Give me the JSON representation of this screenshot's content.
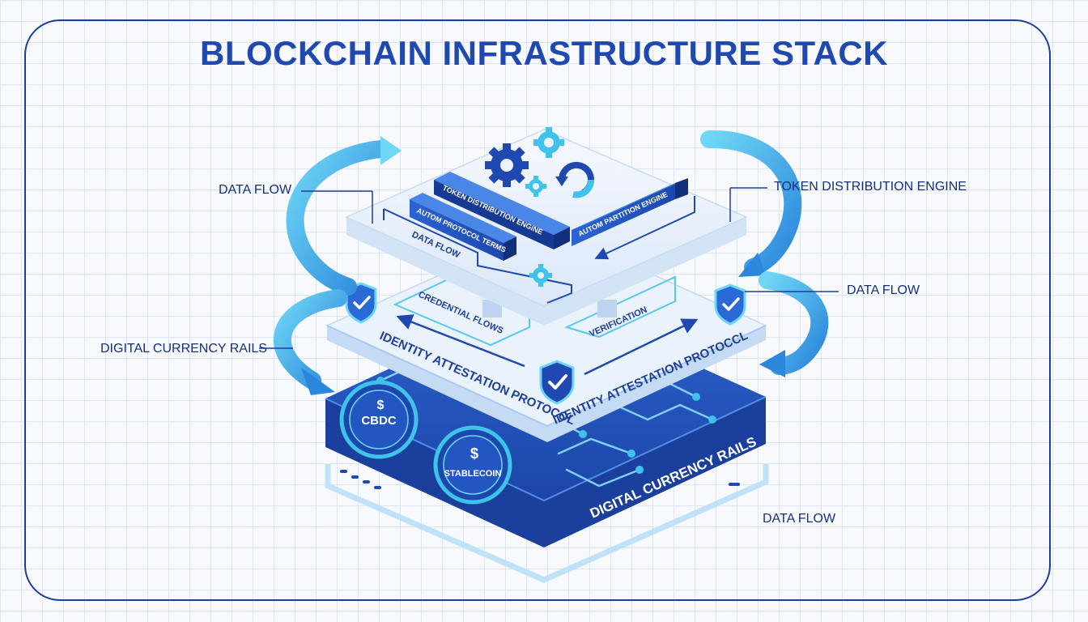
{
  "title": "BLOCKCHAIN INFRASTRUCTURE STACK",
  "callouts": {
    "data_flow_left": "DATA FLOW",
    "token_distribution_engine": "TOKEN DISTRIBUTION ENGINE",
    "data_flow_right": "DATA FLOW",
    "digital_currency_rails": "DIGITAL CURRENCY RAILS",
    "data_flow_bottom": "DATA FLOW"
  },
  "top_layer": {
    "panel_1": "TOKEN DISTRIBUTION ENGINE",
    "panel_2": "AUTOM PROTOCOL TERMS",
    "panel_3": "AUTOM PARTITION ENGINE",
    "data_flow": "DATA FLOW"
  },
  "middle_layer": {
    "credential_flows": "CREDENTIAL FLOWS",
    "verification": "VERIFICATION",
    "protocol_left": "IDENTITY ATTESTATION PROTOCOL",
    "protocol_right": "IDENTITY ATTESTATION PROTOCCL"
  },
  "bottom_layer": {
    "coin_cbdc": "CBDC",
    "coin_stablecoin": "STABLECOIN",
    "rails_label": "DIGITAL CURRENCY RAILS",
    "currency_symbol": "$"
  },
  "icons": [
    "gear-icon",
    "refresh-icon",
    "shield-check-icon",
    "dollar-icon"
  ],
  "colors": {
    "primary": "#1f48b0",
    "dark": "#1f3f96",
    "accent": "#3fc3ea",
    "light_layer": "#eaf2fc"
  }
}
